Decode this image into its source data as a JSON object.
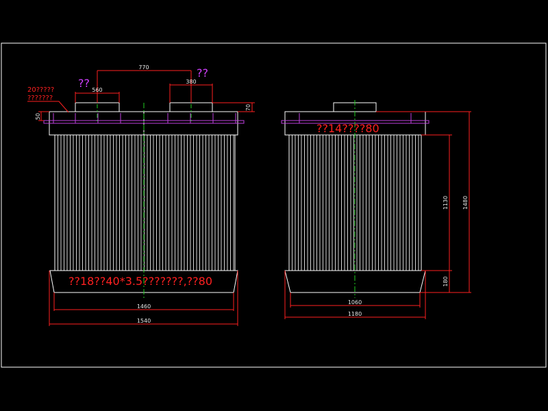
{
  "drawing": {
    "colors": {
      "background": "#000000",
      "frame": "#ffffff",
      "outline": "#ffffff",
      "dimension": "#ff2020",
      "flange": "#c040e0",
      "centerline": "#20d020",
      "note": "#ff2020",
      "marker": "#d040ff"
    },
    "front_view": {
      "note_main": "??18??40*3.5???????,??80",
      "note_side_line1": "20?????",
      "note_side_line2": "???????",
      "marker_left": "??",
      "marker_right": "??",
      "dims": {
        "outlet_spacing": "770",
        "outlet_left_width": "560",
        "outlet_right_width": "380",
        "flange_thickness": "50",
        "outlet_height": "70",
        "inner_bottom_width": "1460",
        "overall_width": "1540"
      }
    },
    "side_view": {
      "note_main": "??14????80",
      "dims": {
        "tube_height": "1130",
        "overall_height": "1480",
        "hopper_height": "180",
        "inner_bottom_width": "1060",
        "overall_width": "1180"
      }
    }
  }
}
